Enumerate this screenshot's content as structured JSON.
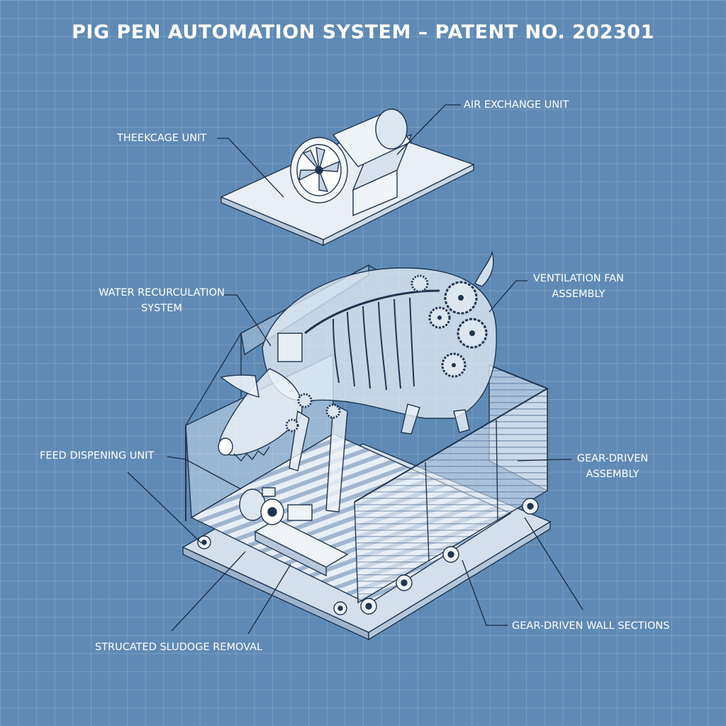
{
  "title": "PIG PEN AUTOMATION SYSTEM – PATENT NO. 202301",
  "labels": {
    "air_exchange": "AIR EXCHANGE UNIT",
    "exchange_garbled": "THEEKCAGE UNIT",
    "water": [
      "WATER RECURCULATION",
      "SYSTEM"
    ],
    "ventilation": [
      "VENTILATION FAN",
      "ASSEMBLY"
    ],
    "feed": "FEED DISPENING UNIT",
    "gear_assembly": [
      "GEAR-DRIVEN",
      "ASSEMBLY"
    ],
    "gear_walls": "GEAR-DRIVEN WALL SECTIONS",
    "sludge": "STRUCATED SLUDOGE REMOVAL"
  },
  "colors": {
    "background": "#5f8ab5",
    "line": "#ffffff",
    "line_dark": "#1f3550",
    "fill_light": "#dfe9f3"
  }
}
